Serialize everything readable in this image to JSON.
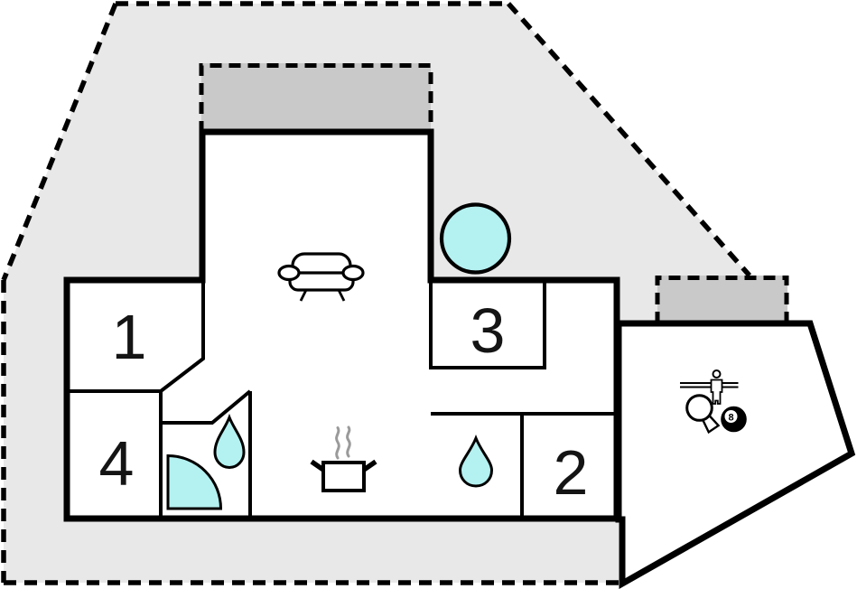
{
  "colors": {
    "yard": "#e8e8e8",
    "terrace": "#c9c9c9",
    "water": "#b4f1f1",
    "wall": "#000000",
    "floor": "#ffffff",
    "steam": "#9a9a9a",
    "ink": "#141414"
  },
  "rooms": {
    "room1": {
      "label": "1"
    },
    "room2": {
      "label": "2"
    },
    "room3": {
      "label": "3"
    },
    "room4": {
      "label": "4"
    }
  },
  "icons": {
    "sofa": "sofa-icon",
    "hot_tub": "hot-tub-icon",
    "stove_pot": "stove-pot-icon",
    "shower": "shower-icon",
    "water_drop_1": "water-drop-icon",
    "water_drop_2": "water-drop-icon",
    "foosball_player": "foosball-player-icon",
    "table_tennis_paddle": "table-tennis-paddle-icon",
    "eight_ball": "eight-ball-icon",
    "eight_ball_label": "8"
  }
}
